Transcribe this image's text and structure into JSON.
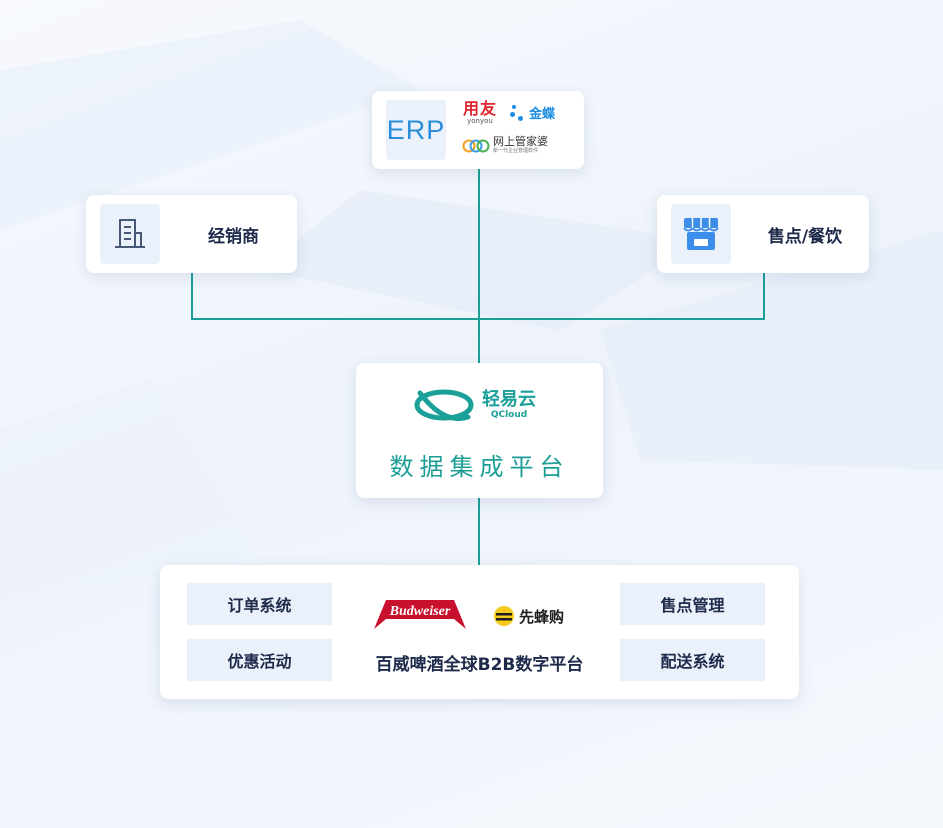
{
  "erp": {
    "tile_label": "ERP",
    "vendors": {
      "yonyou_cn": "用友",
      "yonyou_en": "yonyou",
      "kingdee": "金蝶",
      "wsgjp": "网上管家婆",
      "wsgjp_sub": "新一代企业管理软件"
    }
  },
  "dealer": {
    "label": "经销商",
    "icon": "building-icon"
  },
  "retail": {
    "label": "售点/餐饮",
    "icon": "storefront-icon"
  },
  "center": {
    "brand_cn": "轻易云",
    "brand_en": "QCloud",
    "title": "数据集成平台"
  },
  "bottom": {
    "features": {
      "order": "订单系统",
      "promotion": "优惠活动",
      "pos": "售点管理",
      "delivery": "配送系统"
    },
    "logos": {
      "budweiser": "Budweiser",
      "xianfenggou": "先蜂购"
    },
    "title": "百威啤酒全球B2B数字平台"
  },
  "colors": {
    "connector": "#1b9e96",
    "erp_blue": "#2a8ed8",
    "accent_teal": "#1ba099",
    "budweiser_red": "#c8102e",
    "tile_bg": "#eaf1fb"
  }
}
